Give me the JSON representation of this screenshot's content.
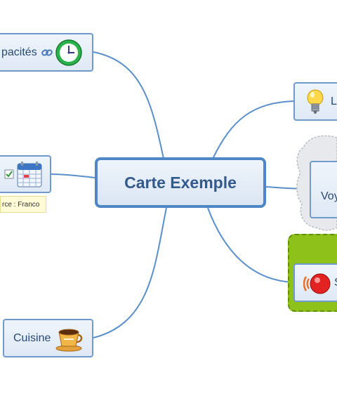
{
  "central": {
    "label": "Carte Exemple"
  },
  "branches": {
    "capacites": {
      "label": "pacités",
      "icons": [
        "link-icon",
        "clock-icon"
      ]
    },
    "calendar": {
      "icons": [
        "task-check-icon",
        "calendar-icon"
      ],
      "note": "rce : Franco"
    },
    "cuisine": {
      "label": "Cuisine",
      "icons": [
        "coffee-cup-icon"
      ]
    },
    "idee": {
      "label": "L",
      "icons": [
        "lightbulb-icon"
      ]
    },
    "voyage": {
      "label": "Voy"
    },
    "stop": {
      "label": "S",
      "icons": [
        "alarm-icon"
      ]
    }
  },
  "colors": {
    "connector": "#5b8fc9",
    "node_border": "#6f9acb",
    "central_border": "#4f86c6",
    "text": "#2a4a72",
    "green_boundary": "#8ec21a",
    "cloud": "#e7e9ec"
  }
}
